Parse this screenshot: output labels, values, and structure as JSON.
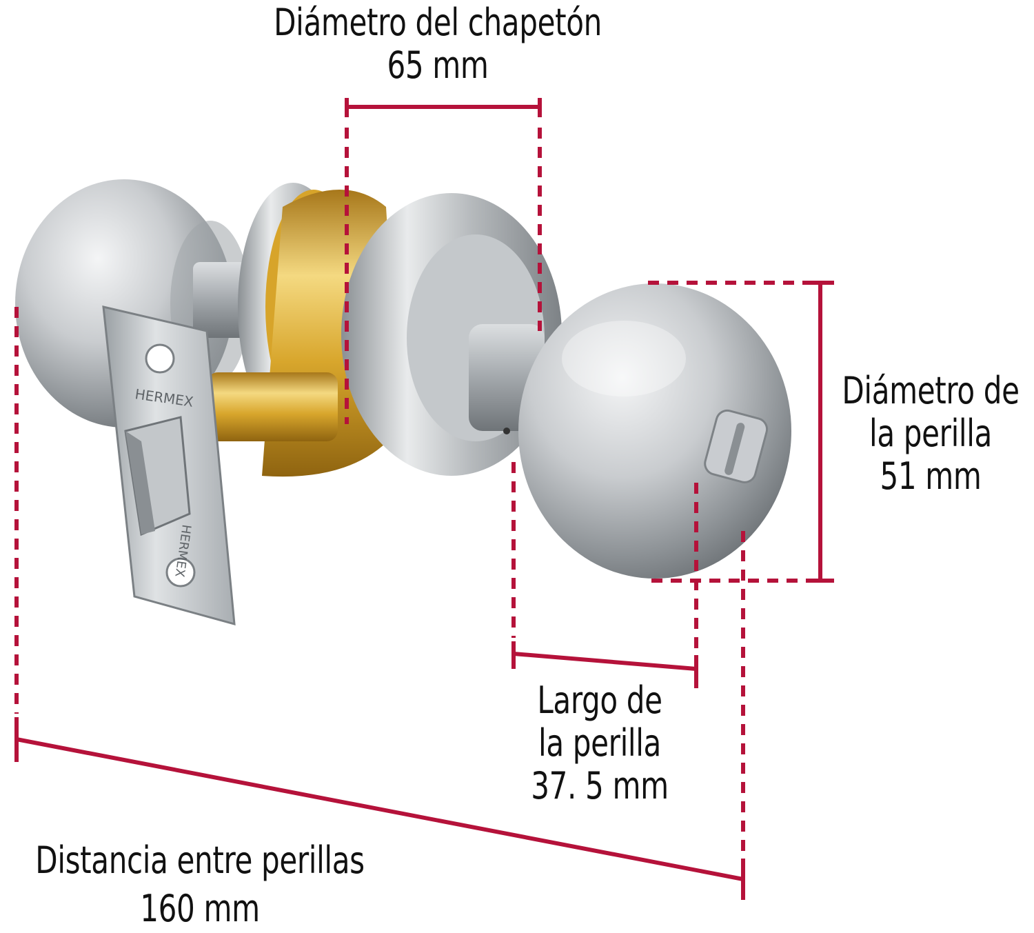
{
  "brand": "HERMEX",
  "colors": {
    "dimension_line": "#b5123a",
    "steel_light": "#eef0f1",
    "steel_mid": "#b9bdc1",
    "steel_dark": "#6f7478",
    "brass_light": "#f3d77a",
    "brass_mid": "#d9a92a",
    "brass_dark": "#9a6e12",
    "text": "#111111"
  },
  "dimensions": {
    "rose_diameter": {
      "label": "Diámetro del chapetón",
      "value": "65 mm"
    },
    "knob_diameter": {
      "label_line1": "Diámetro de",
      "label_line2": "la perilla",
      "value": "51 mm"
    },
    "knob_length": {
      "label_line1": "Largo de",
      "label_line2": "la perilla",
      "value": "37. 5 mm"
    },
    "knob_distance": {
      "label": "Distancia entre perillas",
      "value": "160 mm"
    }
  }
}
